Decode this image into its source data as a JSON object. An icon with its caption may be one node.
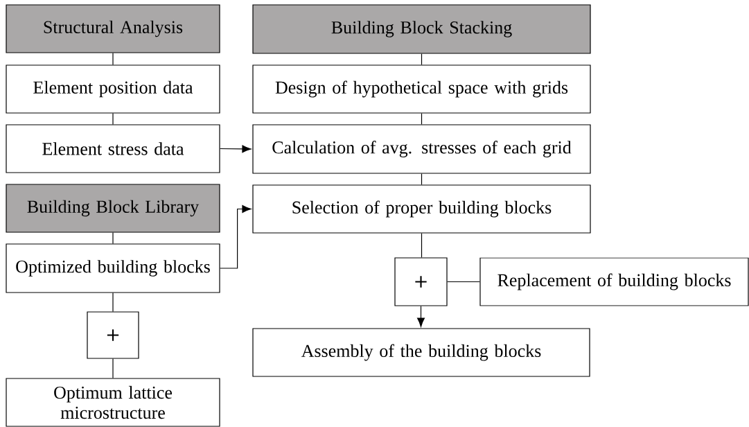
{
  "diagram": {
    "nodes": [
      {
        "text": [
          "Structural Analysis"
        ]
      },
      {
        "text": [
          "Element position data"
        ]
      },
      {
        "text": [
          "Element stress data"
        ]
      },
      {
        "text": [
          "Building Block Library"
        ]
      },
      {
        "text": [
          "Optimized building blocks"
        ]
      },
      {
        "text": [
          "+"
        ]
      },
      {
        "text": [
          "Optimum lattice microstructure"
        ]
      },
      {
        "text": [
          "Building Block Stacking"
        ]
      },
      {
        "text": [
          "Design of hypothetical space with grids"
        ]
      },
      {
        "text": [
          "Calculation of avg. stresses of each grid"
        ]
      },
      {
        "text": [
          "Selection of proper building blocks"
        ]
      },
      {
        "text": [
          "+"
        ]
      },
      {
        "text": [
          "Replacement of building blocks"
        ]
      },
      {
        "text": [
          "Assembly of the building blocks"
        ]
      }
    ],
    "edges": [
      {
        "from": 0,
        "to": 1,
        "arrow": "none"
      },
      {
        "from": 1,
        "to": 2,
        "arrow": "none"
      },
      {
        "from": 2,
        "to": 9,
        "arrow": "to"
      },
      {
        "from": 3,
        "to": 4,
        "arrow": "none"
      },
      {
        "from": 4,
        "to": 10,
        "arrow": "to"
      },
      {
        "from": 4,
        "to": 5,
        "arrow": "none"
      },
      {
        "from": 5,
        "to": 6,
        "arrow": "none"
      },
      {
        "from": 7,
        "to": 8,
        "arrow": "none"
      },
      {
        "from": 8,
        "to": 9,
        "arrow": "none"
      },
      {
        "from": 9,
        "to": 10,
        "arrow": "none"
      },
      {
        "from": 10,
        "to": 11,
        "arrow": "none"
      },
      {
        "from": 11,
        "to": 12,
        "arrow": "none"
      },
      {
        "from": 11,
        "to": 13,
        "arrow": "to"
      }
    ]
  }
}
